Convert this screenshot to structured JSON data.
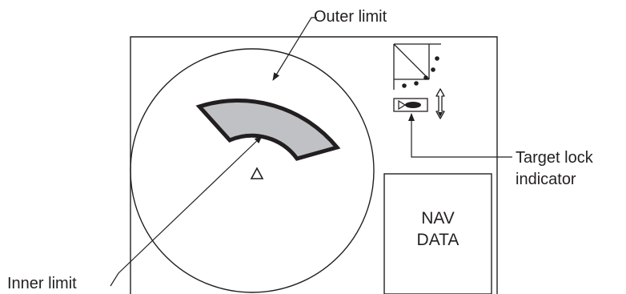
{
  "callouts": {
    "outer_limit": "Outer limit",
    "inner_limit": "Inner limit",
    "target_lock_line1": "Target lock",
    "target_lock_line2": "indicator"
  },
  "nav_box": {
    "line1": "NAV",
    "line2": "DATA"
  },
  "icons": {
    "own_ship": "triangle-icon",
    "target_lock": "fish-icon",
    "tilt": "double-arrow-icon",
    "scale": "dot-scale-icon"
  },
  "colors": {
    "line": "#231f20",
    "sector_fill": "#bfc1c4"
  }
}
